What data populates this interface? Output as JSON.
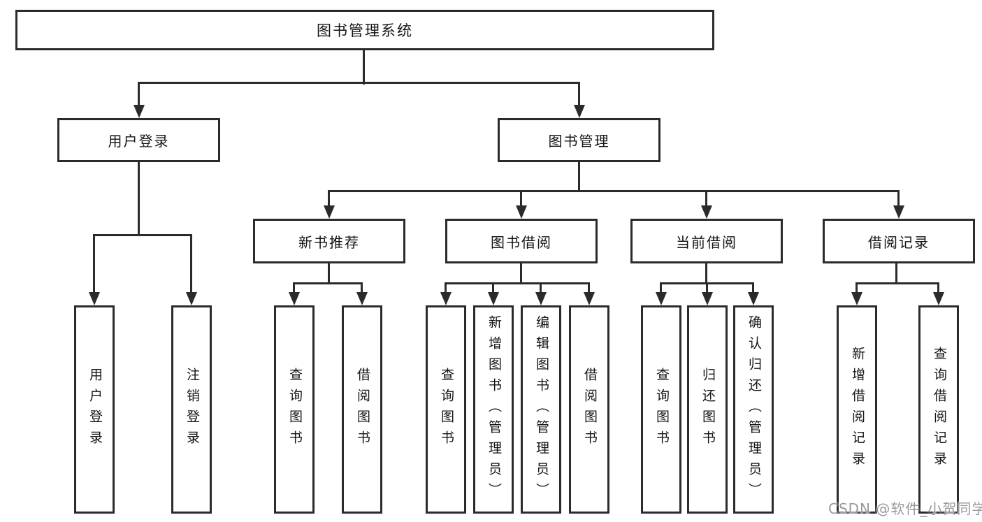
{
  "diagram": {
    "root": "图书管理系统",
    "user_login": {
      "label": "用户登录",
      "children": [
        "用户登录",
        "注销登录"
      ]
    },
    "book_management": {
      "label": "图书管理",
      "groups": [
        {
          "label": "新书推荐",
          "children": [
            "查询图书",
            "借阅图书"
          ]
        },
        {
          "label": "图书借阅",
          "children": [
            "查询图书",
            "新增图书（管理员）",
            "编辑图书（管理员）",
            "借阅图书"
          ]
        },
        {
          "label": "当前借阅",
          "children": [
            "查询图书",
            "归还图书",
            "确认归还（管理员）"
          ]
        },
        {
          "label": "借阅记录",
          "children": [
            "新增借阅记录",
            "查询借阅记录"
          ]
        }
      ]
    }
  },
  "watermark": "CSDN @软件_小贺同学",
  "colors": {
    "line": "#2b2b2b",
    "text": "#141414",
    "background": "#ffffff",
    "watermark": "#999999"
  }
}
